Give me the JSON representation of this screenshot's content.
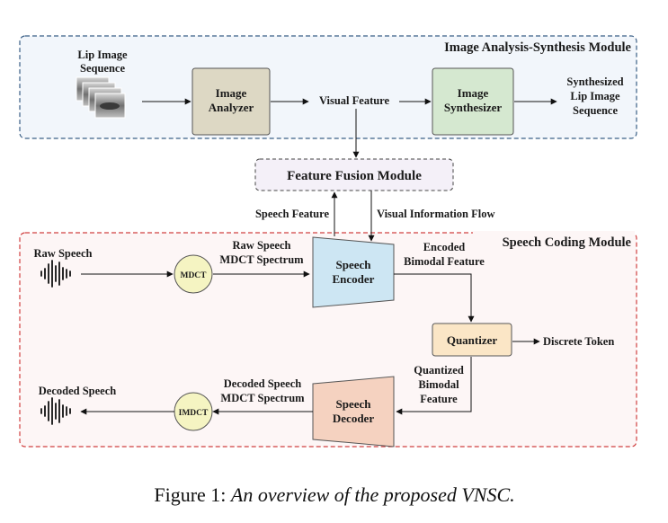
{
  "modules": {
    "image_module_title": "Image Analysis-Synthesis Module",
    "speech_module_title": "Speech Coding Module",
    "fusion_module_label": "Feature Fusion Module"
  },
  "image_path": {
    "lip_input_line1": "Lip Image",
    "lip_input_line2": "Sequence",
    "analyzer_line1": "Image",
    "analyzer_line2": "Analyzer",
    "visual_feature": "Visual Feature",
    "synthesizer_line1": "Image",
    "synthesizer_line2": "Synthesizer",
    "output_line1": "Synthesized",
    "output_line2": "Lip Image",
    "output_line3": "Sequence"
  },
  "fusion_links": {
    "speech_feature": "Speech Feature",
    "visual_flow": "Visual Information Flow"
  },
  "speech_path": {
    "raw_speech": "Raw Speech",
    "mdct": "MDCT",
    "raw_spectrum_line1": "Raw Speech",
    "raw_spectrum_line2": "MDCT Spectrum",
    "encoder_line1": "Speech",
    "encoder_line2": "Encoder",
    "encoded_line1": "Encoded",
    "encoded_line2": "Bimodal Feature",
    "quantizer": "Quantizer",
    "discrete_token": "Discrete Token",
    "quantized_line1": "Quantized",
    "quantized_line2": "Bimodal",
    "quantized_line3": "Feature",
    "decoder_line1": "Speech",
    "decoder_line2": "Decoder",
    "decoded_spectrum_line1": "Decoded Speech",
    "decoded_spectrum_line2": "MDCT Spectrum",
    "imdct": "IMDCT",
    "decoded_speech": "Decoded Speech"
  },
  "caption": {
    "prefix": "Figure 1: ",
    "text": "An overview of the proposed VNSC."
  },
  "colors": {
    "image_module_border": "#3a5f86",
    "image_module_title": "#2c4f7c",
    "speech_module_border": "#d04040",
    "speech_module_title": "#e0201c",
    "fusion_title": "#6b2f9a",
    "analyzer_fill": "#ddd8c4",
    "synthesizer_fill": "#d5e8d0",
    "encoder_fill": "#cde6f3",
    "decoder_fill": "#f5d2c0",
    "quantizer_fill": "#fbe6c6",
    "mdct_fill": "#f5f4c2"
  }
}
